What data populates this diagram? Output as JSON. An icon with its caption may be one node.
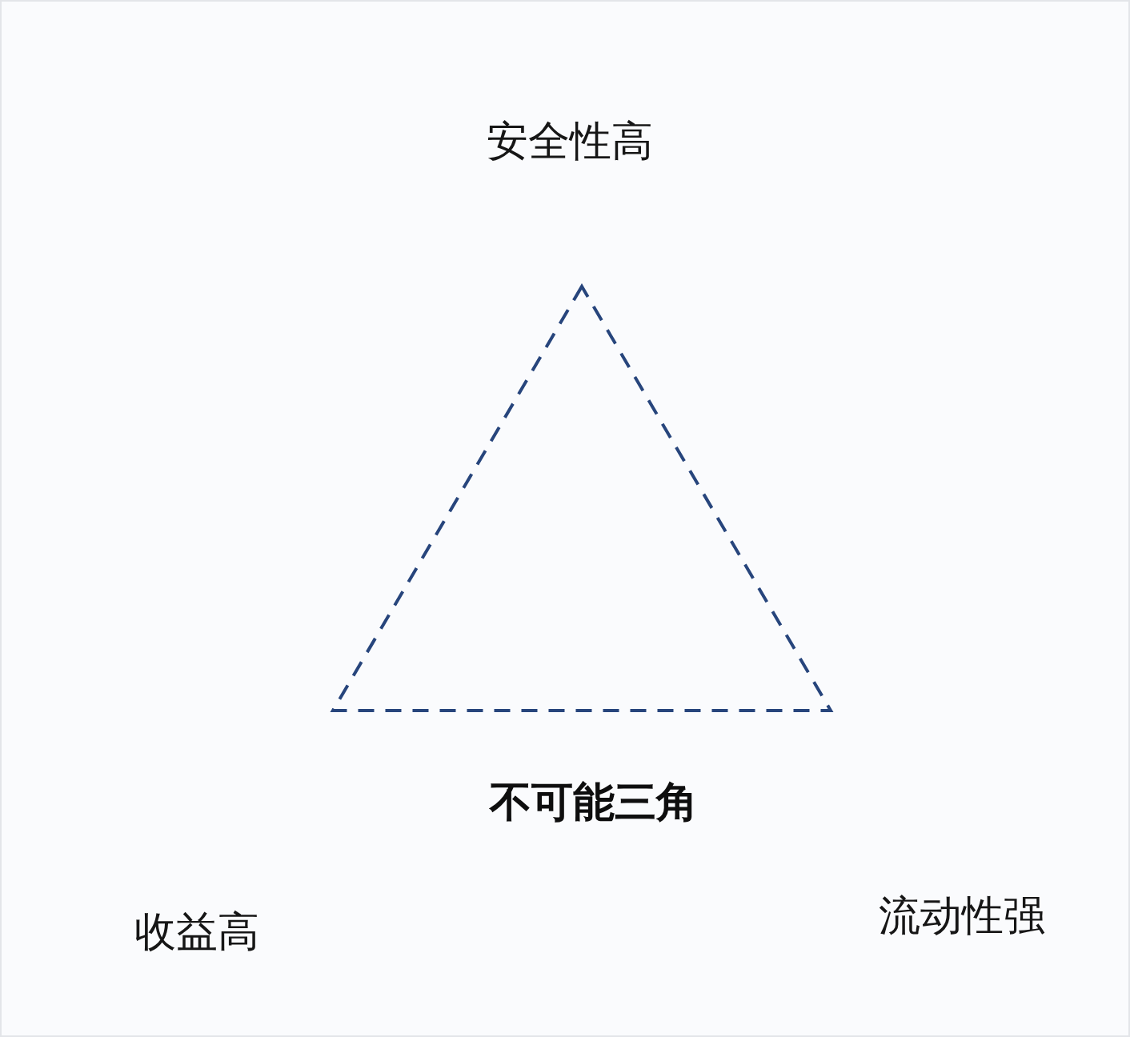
{
  "diagram": {
    "caption": "不可能三角",
    "nodes": [
      {
        "text": [],
        "shape": "triangle"
      }
    ],
    "labels": [
      "安全性高",
      "收益高",
      "流动性强"
    ]
  }
}
